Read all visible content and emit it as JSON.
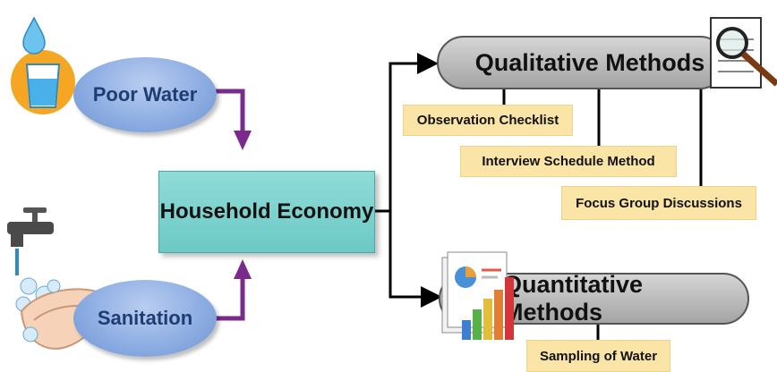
{
  "nodes": {
    "poor_water": "Poor Water",
    "sanitation": "Sanitation",
    "household_economy": "Household Economy",
    "qualitative_methods": "Qualitative Methods",
    "quantitative_methods": "Quantitative Methods"
  },
  "qualitative_items": [
    "Observation Checklist",
    "Interview Schedule Method",
    "Focus Group Discussions"
  ],
  "quantitative_items": [
    "Sampling of Water"
  ],
  "colors": {
    "ellipse": "#8eaee3",
    "ellipse_text": "#1f3c73",
    "household_box": "#7fd4cf",
    "method_pill": "#b3b3b3",
    "note_bg": "#fbe5a6",
    "arrow_purple": "#7a2a8c",
    "connector": "#000000"
  },
  "icons": [
    "water-drop-glass-icon",
    "tap-handwash-icon",
    "magnifier-document-icon",
    "bar-pie-chart-icon"
  ]
}
